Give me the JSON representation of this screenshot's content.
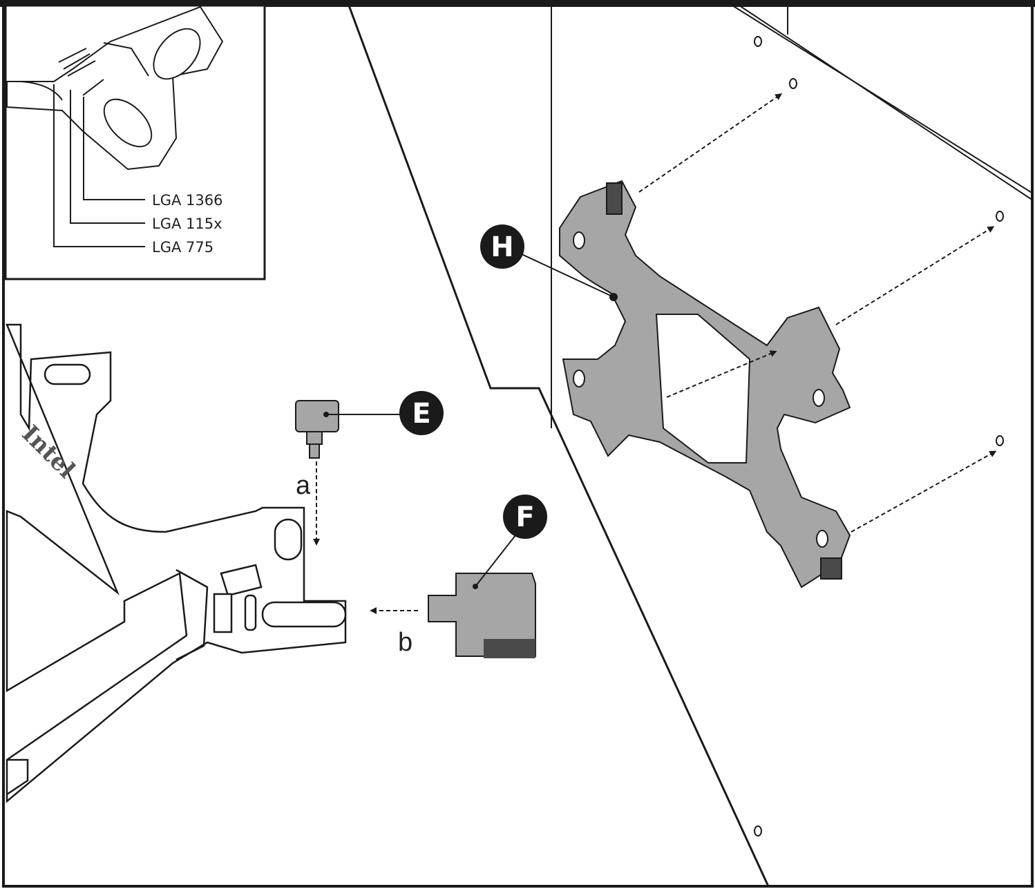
{
  "inset": {
    "slot_labels": [
      "LGA 1366",
      "LGA 115x",
      "LGA 775"
    ]
  },
  "brand": "Intel",
  "parts": {
    "e": "E",
    "f": "F",
    "h": "H"
  },
  "steps": {
    "a": "a",
    "b": "b"
  },
  "colors": {
    "line": "#1a1a1a",
    "part_fill": "#a6a6a6",
    "part_dark": "#4a4a4a",
    "badge": "#1a1a1a"
  }
}
